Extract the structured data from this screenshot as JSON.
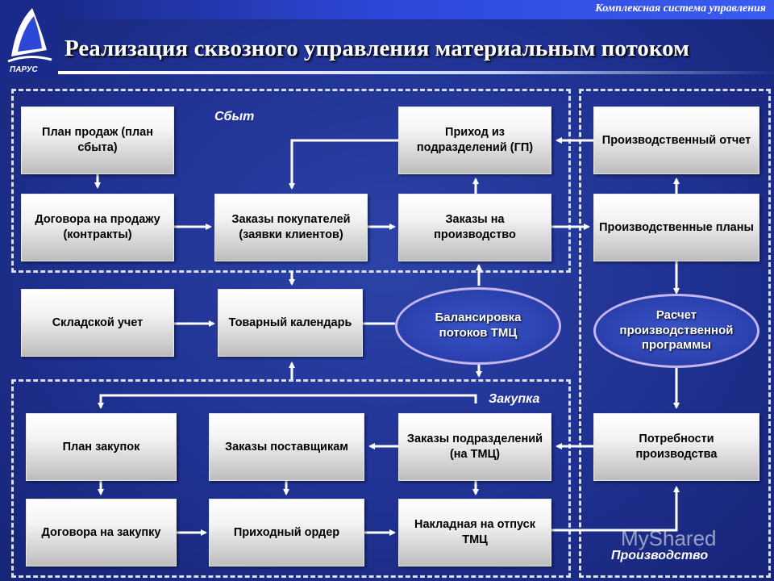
{
  "header": {
    "system_label": "Комплексная система управления",
    "title": "Реализация сквозного управления материальным потоком"
  },
  "logo": {
    "text": "ПАРУС"
  },
  "regions": {
    "sales": "Сбыт",
    "procurement": "Закупка",
    "production": "Производство"
  },
  "boxes": {
    "sales_plan": "План продаж (план сбыта)",
    "income_from_units": "Приход из подразделений (ГП)",
    "production_report": "Производственный отчет",
    "sales_contracts": "Договора на продажу (контракты)",
    "customer_orders": "Заказы покупателей (заявки клиентов)",
    "production_orders": "Заказы на производство",
    "production_plans": "Производственные планы",
    "warehouse_accounting": "Складской учет",
    "goods_calendar": "Товарный календарь",
    "purchase_plan": "План закупок",
    "supplier_orders": "Заказы поставщикам",
    "unit_orders": "Заказы подразделений (на ТМЦ)",
    "production_needs": "Потребности производства",
    "purchase_contracts": "Договора на закупку",
    "receipt_order": "Приходный ордер",
    "issue_invoice": "Накладная на отпуск ТМЦ"
  },
  "ellipses": {
    "balancing": "Балансировка потоков ТМЦ",
    "program_calc": "Расчет производственной программы"
  },
  "watermark": "MyShared",
  "colors": {
    "background": "#1e2f86",
    "box_gradient_top": "#ffffff",
    "box_gradient_bottom": "#bdbdbd",
    "arrow": "#ffffff",
    "ellipse_border": "#c7b6ee"
  }
}
